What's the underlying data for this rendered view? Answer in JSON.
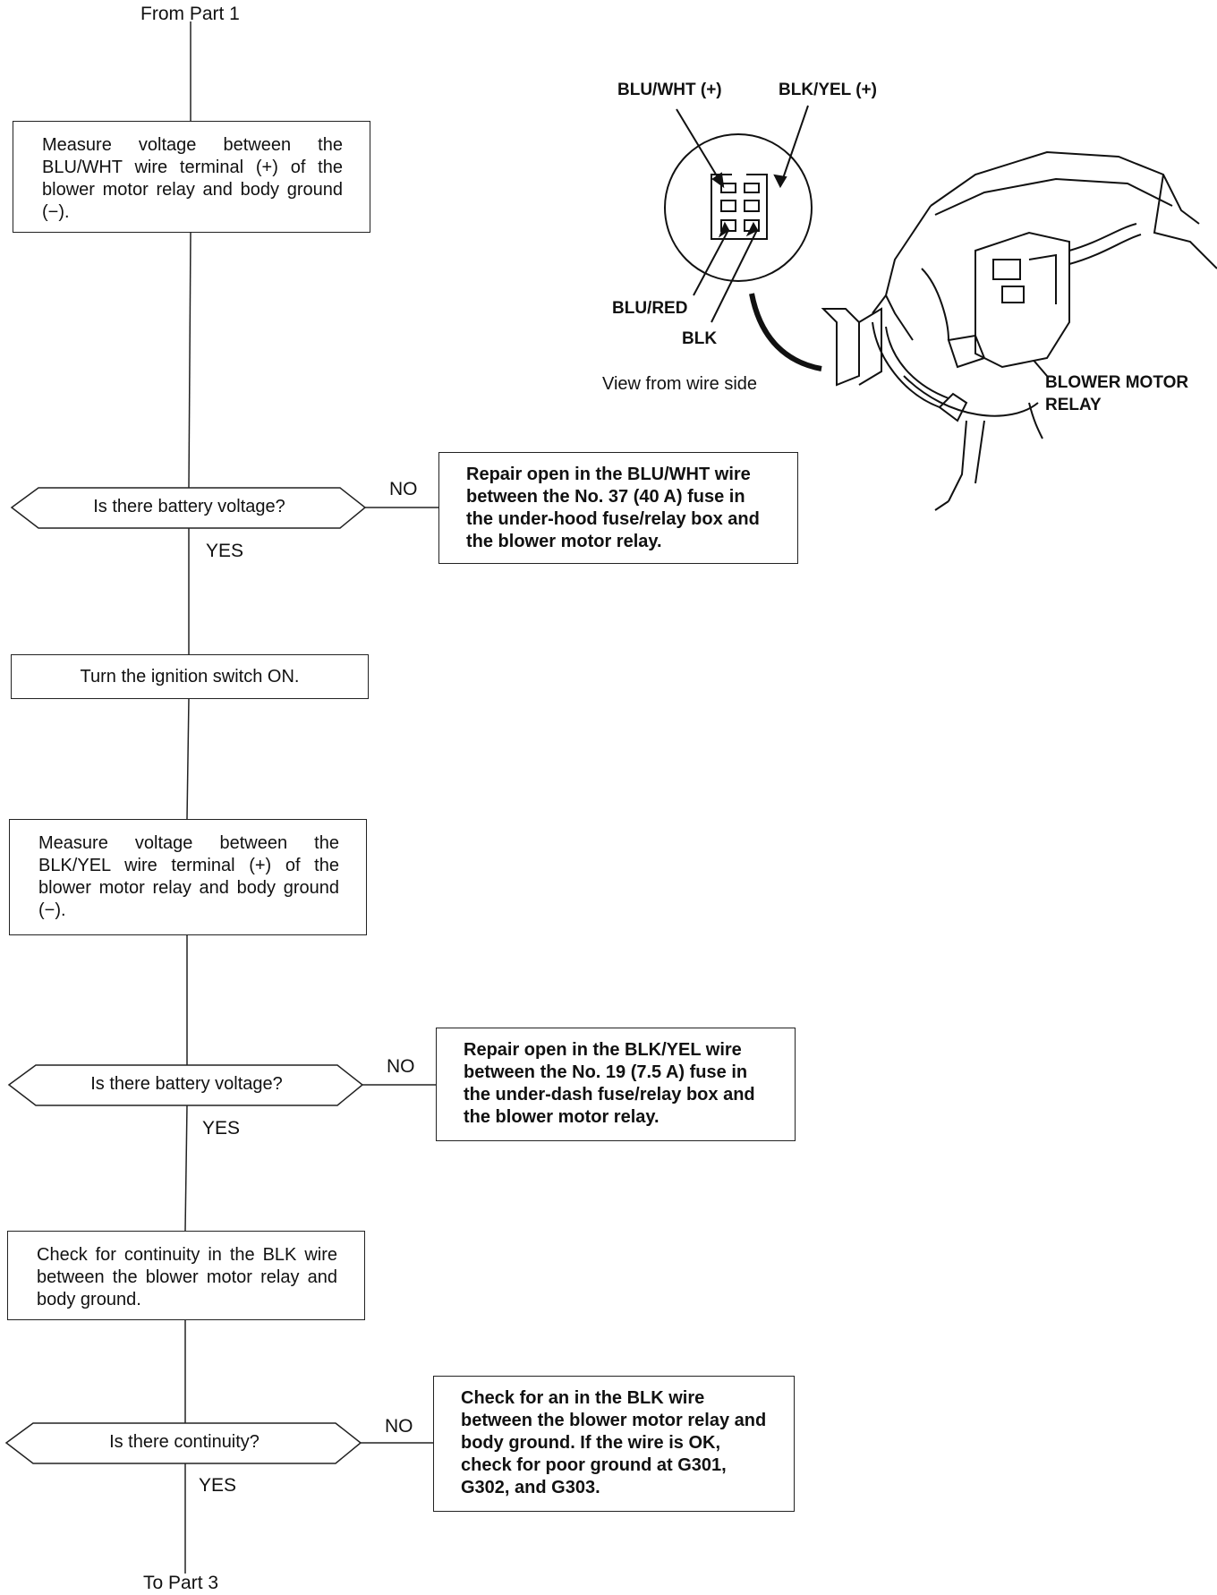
{
  "top_label": "From Part 1",
  "bottom_label": "To Part 3",
  "step1": "Measure voltage between the BLU/WHT wire terminal (+) of the blower motor relay and body ground (−).",
  "decision1": {
    "question": "Is there battery voltage?",
    "no": "NO",
    "yes": "YES",
    "repair": "Repair open in the BLU/WHT wire between the No. 37 (40 A) fuse in the under-hood fuse/relay box and the blower motor relay."
  },
  "step2": "Turn the ignition switch ON.",
  "step3": "Measure voltage between the BLK/YEL wire terminal (+) of the blower motor relay and body ground (−).",
  "decision2": {
    "question": "Is there battery voltage?",
    "no": "NO",
    "yes": "YES",
    "repair": "Repair open in the BLK/YEL wire between the No. 19 (7.5 A) fuse in the under-dash fuse/relay box and the blower motor relay."
  },
  "step4": "Check for continuity in the BLK wire between the blower motor relay and body ground.",
  "decision3": {
    "question": "Is there continuity?",
    "no": "NO",
    "yes": "YES",
    "repair": "Check for an in the BLK wire between the blower motor relay and body ground. If the wire is OK, check for poor ground at G301, G302, and G303."
  },
  "illustration": {
    "wire_blu_wht": "BLU/WHT (+)",
    "wire_blk_yel": "BLK/YEL (+)",
    "wire_blu_red": "BLU/RED",
    "wire_blk": "BLK",
    "caption": "View from wire side",
    "component": "BLOWER MOTOR RELAY"
  }
}
